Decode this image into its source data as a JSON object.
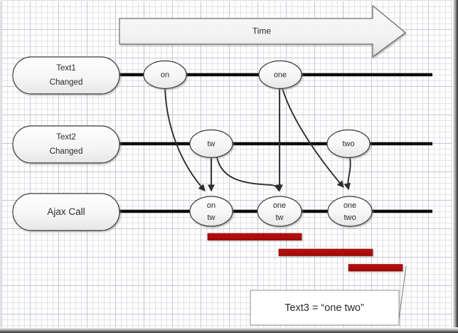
{
  "diagram": {
    "title_arrow": {
      "label": "Time"
    },
    "lanes": [
      {
        "id": "lane-text1",
        "label_line1": "Text1",
        "label_line2": "Changed"
      },
      {
        "id": "lane-text2",
        "label_line1": "Text2",
        "label_line2": "Changed"
      },
      {
        "id": "lane-ajax",
        "label_line1": "Ajax Call",
        "label_line2": ""
      }
    ],
    "nodes": [
      {
        "id": "node-on",
        "lane": "lane-text1",
        "line1": "on",
        "line2": ""
      },
      {
        "id": "node-one",
        "lane": "lane-text1",
        "line1": "one",
        "line2": ""
      },
      {
        "id": "node-tw",
        "lane": "lane-text2",
        "line1": "tw",
        "line2": ""
      },
      {
        "id": "node-two",
        "lane": "lane-text2",
        "line1": "two",
        "line2": ""
      },
      {
        "id": "node-on-tw",
        "lane": "lane-ajax",
        "line1": "on",
        "line2": "tw"
      },
      {
        "id": "node-one-tw",
        "lane": "lane-ajax",
        "line1": "one",
        "line2": "tw"
      },
      {
        "id": "node-one-two",
        "lane": "lane-ajax",
        "line1": "one",
        "line2": "two"
      }
    ],
    "bars": [
      {
        "id": "bar-1",
        "label": ""
      },
      {
        "id": "bar-2",
        "label": ""
      },
      {
        "id": "bar-3",
        "label": ""
      }
    ],
    "callout": {
      "text": "Text3 = “one two”"
    },
    "colors": {
      "bar": "#AE0A0A",
      "bar_border": "#8E0808",
      "line": "#111111",
      "shape_stroke": "#3A3A3A",
      "shape_fill_top": "#FBFBFB",
      "shape_fill_bottom": "#EDEDED",
      "text": "#2B2B2B",
      "grid_minor": "#BEC3CD",
      "grid_major": "#969EAC"
    }
  }
}
